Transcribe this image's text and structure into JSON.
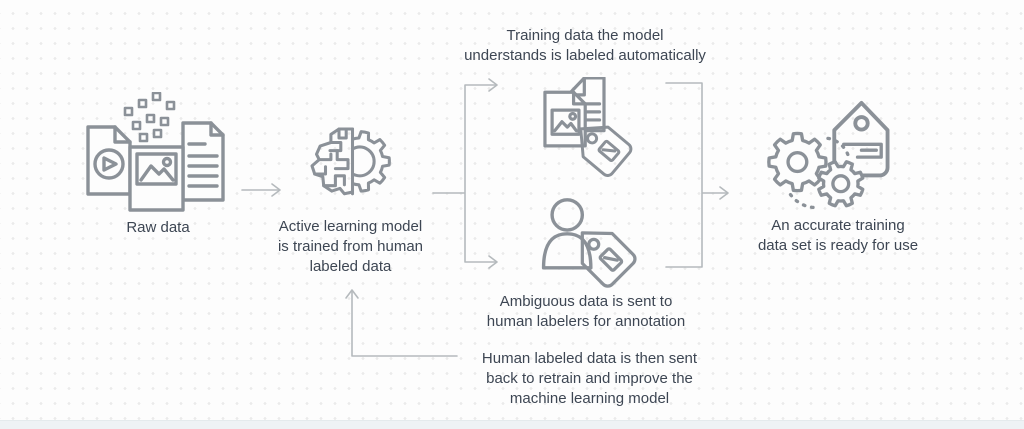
{
  "colors": {
    "icon_stroke": "#8b9198",
    "connector": "#b5babd",
    "text": "#3d4653",
    "dot_grid": "#ebebeb",
    "footer_bar": "#eef2f5"
  },
  "nodes": {
    "raw_data": {
      "label": "Raw data",
      "icon": "raw-data-media-documents-icon"
    },
    "model": {
      "lines": [
        "Active learning model",
        "is trained from human",
        "labeled data"
      ],
      "icon": "brain-gear-icon"
    },
    "auto_label": {
      "lines": [
        "Training data the model",
        "understands is labeled automatically"
      ],
      "icon": "documents-with-label-tag-icon"
    },
    "human_label": {
      "lines": [
        "Ambiguous data is sent to",
        "human labelers for annotation"
      ],
      "icon": "human-labeler-with-tag-icon"
    },
    "output": {
      "lines": [
        "An accurate training",
        "data set is ready for use"
      ],
      "icon": "gears-with-label-tag-icon"
    }
  },
  "feedback": {
    "lines": [
      "Human labeled data is then sent",
      "back to retrain and improve the",
      "machine learning model"
    ]
  }
}
